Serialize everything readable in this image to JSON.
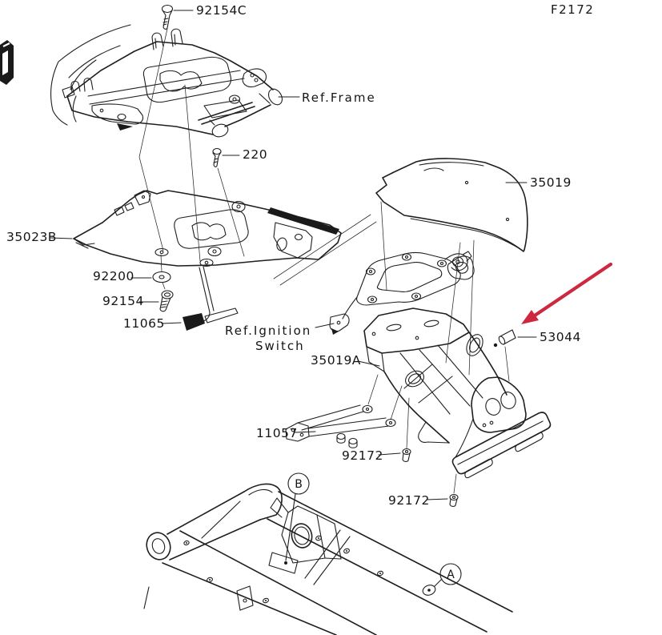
{
  "figure": {
    "code": "F2172"
  },
  "colors": {
    "line": "#1f1f1f",
    "text": "#151515",
    "arrow": "#ce2740"
  },
  "labels": {
    "screw_92154c": "92154C",
    "ref_frame": "Ref.Frame",
    "screw_220": "220",
    "cowl_35019": "35019",
    "tray_35023b": "35023B",
    "washer_92200": "92200",
    "screw_92154": "92154",
    "stay_11065": "11065",
    "ref_ignition_line1": "Ref.Ignition",
    "ref_ignition_line2": "Switch",
    "fender_35019a": "35019A",
    "pin_53044": "53044",
    "bracket_11057": "11057",
    "screw_92172_upper": "92172",
    "screw_92172_lower": "92172",
    "callout_b": "B",
    "callout_a": "A"
  }
}
